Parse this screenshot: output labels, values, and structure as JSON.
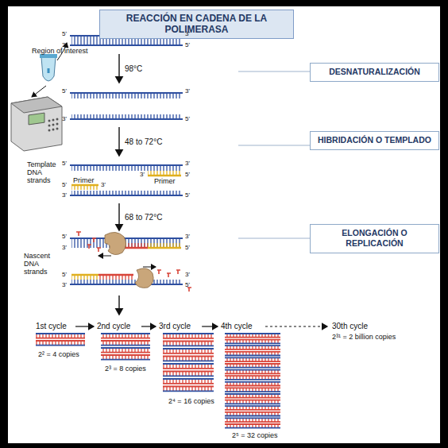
{
  "diagram": {
    "title": "REACCIÓN EN CADENA DE LA POLIMERASA",
    "nodes": [
      {
        "text": [
          "DESNATURALIZACIÓN"
        ]
      },
      {
        "text": [
          "HIBRIDACIÓN O TEMPLADO"
        ]
      },
      {
        "text": [
          "ELONGACIÓN O REPLICACIÓN"
        ]
      }
    ],
    "labels": [
      "Region of interest",
      "5'",
      "3'",
      "3'",
      "5'",
      "98°C",
      "5'",
      "3'",
      "3'",
      "5'",
      "48 to 72°C",
      "Template DNA strands",
      "5'",
      "3'",
      "3'",
      "5'",
      "Primer",
      "5'",
      "Primer",
      "3'",
      "3'",
      "5'",
      "68 to 72°C",
      "5'",
      "3'",
      "Nascent DNA strands",
      "3'",
      "5'",
      "5'",
      "3'",
      "3'",
      "5'",
      "1st cycle",
      "2nd cycle",
      "3rd cycle",
      "4th cycle",
      "30th cycle",
      "2² = 4 copies",
      "2³ = 8 copies",
      "2⁴ = 16 copies",
      "2³¹ = 2 billion copies",
      "2⁵ = 32 copies"
    ]
  }
}
